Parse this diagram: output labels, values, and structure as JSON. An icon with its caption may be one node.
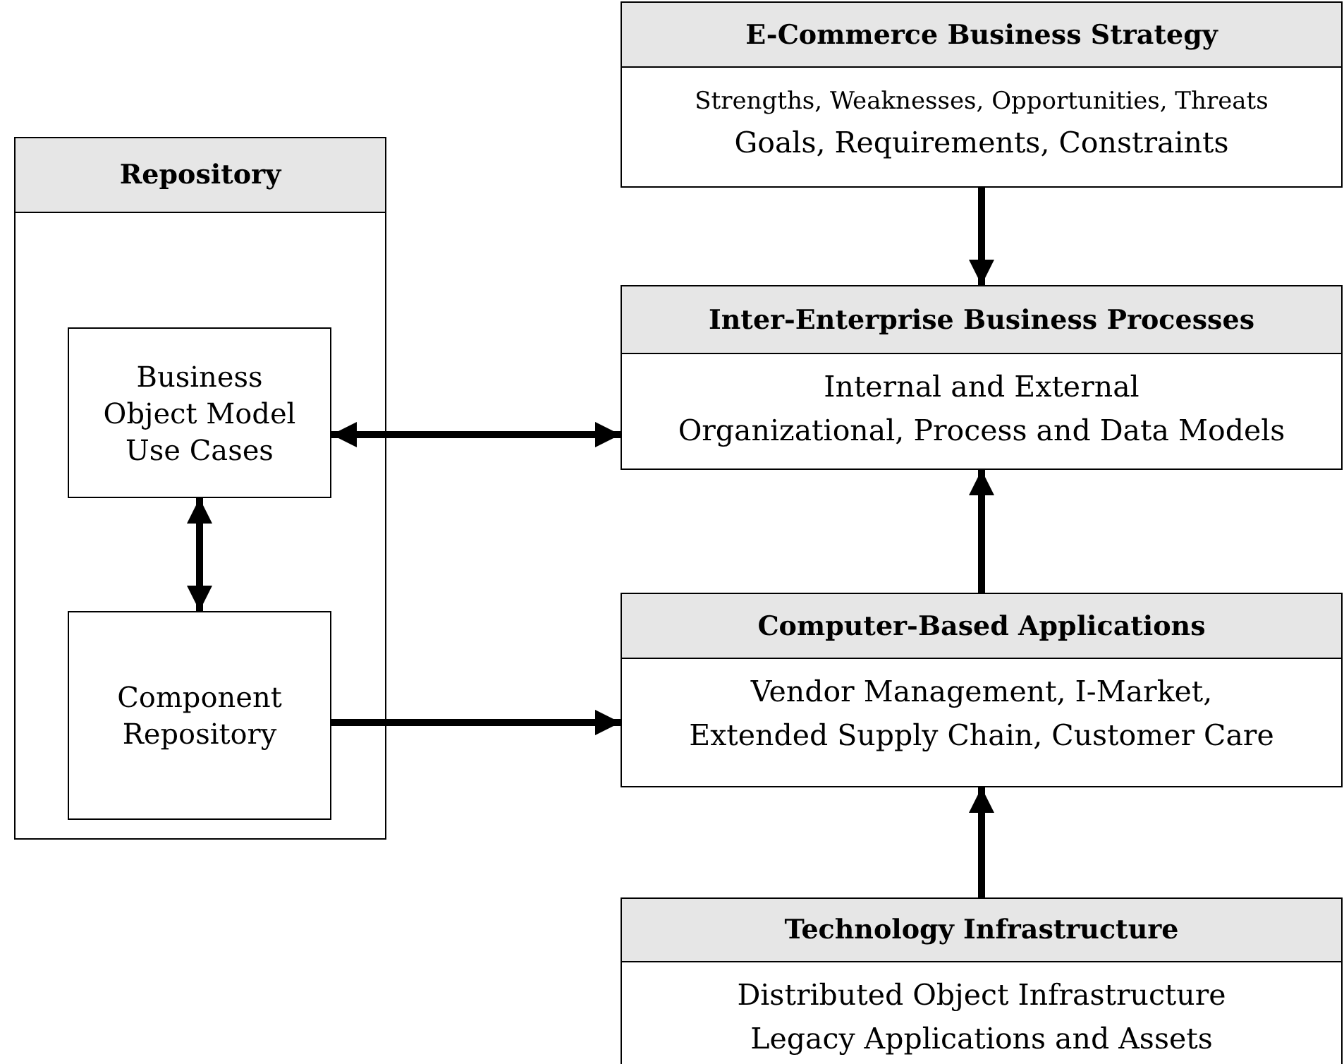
{
  "diagram": {
    "nodes": [
      {
        "text": [
          "Repository"
        ]
      },
      {
        "text": [
          "Business Object Model Use Cases"
        ],
        "in": 0
      },
      {
        "text": [
          "Component Repository"
        ],
        "in": 0
      },
      {
        "text": [
          "E-Commerce Business Strategy",
          "Strengths, Weaknesses, Opportunities, Threats",
          "Goals, Requirements, Constraints"
        ]
      },
      {
        "text": [
          "Inter-Enterprise Business Processes",
          "Internal and External",
          "Organizational, Process and Data Models"
        ]
      },
      {
        "text": [
          "Computer-Based Applications",
          "Vendor Management, I-Market,",
          "Extended Supply Chain, Customer Care"
        ]
      },
      {
        "text": [
          "Technology Infrastructure",
          "Distributed Object Infrastructure",
          "Legacy Applications and Assets"
        ]
      }
    ],
    "edges": [
      {
        "from": 3,
        "to": 4,
        "arrow": "to"
      },
      {
        "from": 1,
        "to": 4,
        "arrow": "both"
      },
      {
        "from": 1,
        "to": 2,
        "arrow": "both"
      },
      {
        "from": 5,
        "to": 4,
        "arrow": "to"
      },
      {
        "from": 2,
        "to": 5,
        "arrow": "to"
      },
      {
        "from": 6,
        "to": 5,
        "arrow": "to"
      }
    ]
  }
}
